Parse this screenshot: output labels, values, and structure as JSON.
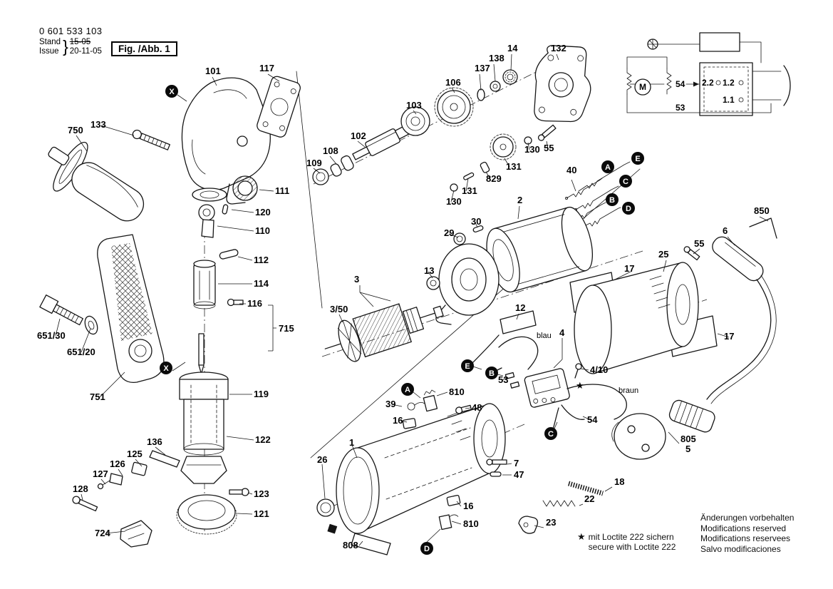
{
  "header": {
    "part_number": "0 601 533 103",
    "stand_label": "Stand",
    "issue_label": "Issue",
    "stand_value": "15-05",
    "issue_value": "20-11-05",
    "brace": "}",
    "figure_label": "Fig. /Abb. 1"
  },
  "footer": {
    "notices": [
      "Änderungen vorbehalten",
      "Modifications reserved",
      "Modifications reservees",
      "Salvo modificaciones"
    ],
    "loctite_star": "★",
    "loctite_de": "mit Loctite 222 sichern",
    "loctite_en": "secure with Loctite 222"
  },
  "parts": {
    "p750": "750",
    "p133": "133",
    "p101": "101",
    "p117": "117",
    "p111": "111",
    "p120": "120",
    "p110": "110",
    "p112": "112",
    "p114": "114",
    "p116": "116",
    "p715": "715",
    "p119": "119",
    "p122": "122",
    "p123": "123",
    "p121": "121",
    "p136": "136",
    "p125": "125",
    "p126": "126",
    "p127": "127",
    "p128": "128",
    "p724": "724",
    "p651_30": "651/30",
    "p651_20": "651/20",
    "p751": "751",
    "p109": "109",
    "p108": "108",
    "p102": "102",
    "p103": "103",
    "p106": "106",
    "p137": "137",
    "p138": "138",
    "p14": "14",
    "p132": "132",
    "p130a": "130",
    "p55a": "55",
    "p131a": "131",
    "p829": "829",
    "p131b": "131",
    "p130b": "130",
    "p40": "40",
    "p2": "2",
    "p29": "29",
    "p30": "30",
    "p3": "3",
    "p13": "13",
    "p3_50": "3/50",
    "p12": "12",
    "p4": "4",
    "p4_10": "4/10",
    "p53": "53",
    "p54": "54",
    "p39": "39",
    "p810a": "810",
    "p48": "48",
    "p16a": "16",
    "p1": "1",
    "p26": "26",
    "p7": "7",
    "p47": "47",
    "p16b": "16",
    "p810b": "810",
    "p808": "808",
    "p18": "18",
    "p22": "22",
    "p23": "23",
    "p850": "850",
    "p6": "6",
    "p55b": "55",
    "p25": "25",
    "p17a": "17",
    "p17b": "17",
    "p805": "805",
    "p5": "5"
  },
  "circuit": {
    "s54": "54",
    "s53": "53",
    "t22": "2.2",
    "t12": "1.2",
    "t11": "1.1",
    "motor": "M"
  },
  "callouts": {
    "x1": "X",
    "x2": "X",
    "a1": "A",
    "b1": "B",
    "c1": "C",
    "d1": "D",
    "e1": "E",
    "a2": "A",
    "b2": "B",
    "c2": "C",
    "d2": "D",
    "e2": "E"
  },
  "wire": {
    "blau": "blau",
    "braun": "braun",
    "star": "★"
  }
}
